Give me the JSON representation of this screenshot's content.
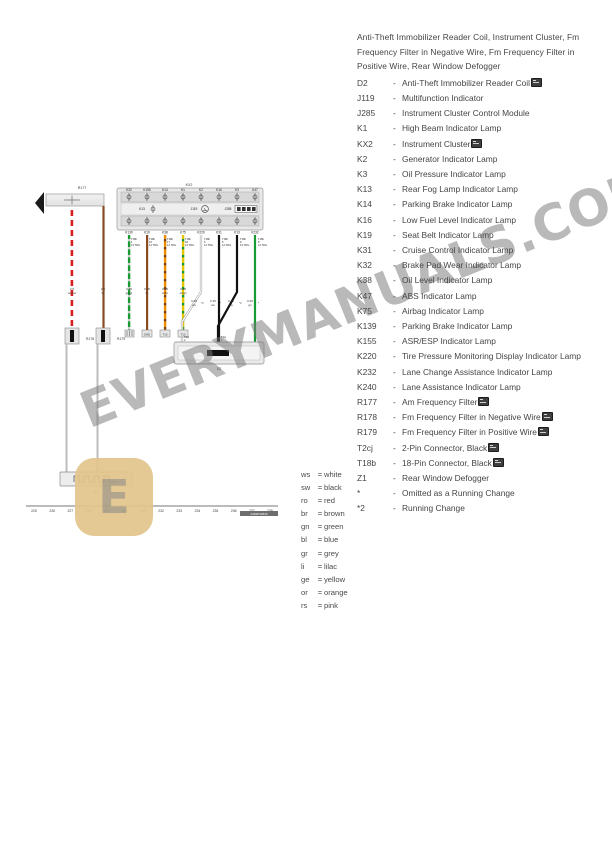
{
  "document": {
    "title_block": "Anti-Theft Immobilizer Reader Coil, Instrument Cluster, Fm Frequency Filter in Negative Wire, Fm Frequency Filter in Positive Wire, Rear Window Defogger"
  },
  "watermark": {
    "diagonal_text": "EVERYMANUALS.COM",
    "logo_glyph": "E",
    "logo_color": "#e3c58c",
    "text_color": "#787878"
  },
  "legend": {
    "dash": "-",
    "entries": [
      {
        "code": "D2",
        "desc": "Anti-Theft Immobilizer Reader Coil",
        "chip": true
      },
      {
        "code": "J119",
        "desc": "Multifunction Indicator",
        "chip": false
      },
      {
        "code": "J285",
        "desc": "Instrument Cluster Control Module",
        "chip": false
      },
      {
        "code": "K1",
        "desc": "High Beam Indicator Lamp",
        "chip": false
      },
      {
        "code": "KX2",
        "desc": "Instrument Cluster",
        "chip": true
      },
      {
        "code": "K2",
        "desc": "Generator Indicator Lamp",
        "chip": false
      },
      {
        "code": "K3",
        "desc": "Oil Pressure Indicator Lamp",
        "chip": false
      },
      {
        "code": "K13",
        "desc": "Rear Fog Lamp Indicator Lamp",
        "chip": false
      },
      {
        "code": "K14",
        "desc": "Parking Brake Indicator Lamp",
        "chip": false
      },
      {
        "code": "K16",
        "desc": "Low Fuel Level Indicator Lamp",
        "chip": false
      },
      {
        "code": "K19",
        "desc": "Seat Belt Indicator Lamp",
        "chip": false
      },
      {
        "code": "K31",
        "desc": "Cruise Control Indicator Lamp",
        "chip": false
      },
      {
        "code": "K32",
        "desc": "Brake Pad Wear Indicator Lamp",
        "chip": false
      },
      {
        "code": "K38",
        "desc": "Oil Level Indicator Lamp",
        "chip": false
      },
      {
        "code": "K47",
        "desc": "ABS Indicator Lamp",
        "chip": false
      },
      {
        "code": "K75",
        "desc": "Airbag Indicator Lamp",
        "chip": false
      },
      {
        "code": "K139",
        "desc": "Parking Brake Indicator Lamp",
        "chip": false
      },
      {
        "code": "K155",
        "desc": "ASR/ESP Indicator Lamp",
        "chip": false
      },
      {
        "code": "K220",
        "desc": "Tire Pressure Monitoring Display Indicator Lamp",
        "chip": false
      },
      {
        "code": "K232",
        "desc": "Lane Change Assistance Indicator Lamp",
        "chip": false
      },
      {
        "code": "K240",
        "desc": "Lane Assistance Indicator Lamp",
        "chip": false
      },
      {
        "code": "R177",
        "desc": "Am Frequency Filter",
        "chip": true
      },
      {
        "code": "R178",
        "desc": "Fm Frequency Filter in Negative Wire",
        "chip": true
      },
      {
        "code": "R179",
        "desc": "Fm Frequency Filter in Positive Wire",
        "chip": true
      },
      {
        "code": "T2cj",
        "desc": "2-Pin Connector, Black",
        "chip": true
      },
      {
        "code": "T18b",
        "desc": "18-Pin Connector, Black",
        "chip": true
      },
      {
        "code": "Z1",
        "desc": "Rear Window Defogger",
        "chip": false
      },
      {
        "code": "*",
        "desc": "Omitted as a Running Change",
        "chip": false
      },
      {
        "code": "*2",
        "desc": "Running Change",
        "chip": false
      }
    ]
  },
  "color_key": {
    "equals": "=",
    "rows": [
      {
        "abbr": "ws",
        "name": "white",
        "hex": "#ffffff"
      },
      {
        "abbr": "sw",
        "name": "black",
        "hex": "#000000"
      },
      {
        "abbr": "ro",
        "name": "red",
        "hex": "#d81e1e"
      },
      {
        "abbr": "br",
        "name": "brown",
        "hex": "#8b4a20"
      },
      {
        "abbr": "gn",
        "name": "green",
        "hex": "#179a32"
      },
      {
        "abbr": "bl",
        "name": "blue",
        "hex": "#1f4fd8"
      },
      {
        "abbr": "gr",
        "name": "grey",
        "hex": "#9a9a9a"
      },
      {
        "abbr": "li",
        "name": "lilac",
        "hex": "#b07fd0"
      },
      {
        "abbr": "ge",
        "name": "yellow",
        "hex": "#f0d000"
      },
      {
        "abbr": "or",
        "name": "orange",
        "hex": "#f08a00"
      },
      {
        "abbr": "rs",
        "name": "pink",
        "hex": "#f0a0b8"
      }
    ]
  },
  "diagram": {
    "cluster_label": "KX2",
    "cluster_top_pins": [
      "K32",
      "K155",
      "K14",
      "K1",
      "K2",
      "K16",
      "K3",
      "K47"
    ],
    "cluster_bottom_pins": [
      "K139",
      "K19",
      "K38",
      "K75",
      "K220",
      "K31",
      "K13",
      "K232"
    ],
    "cluster_inner_labels": [
      "K13",
      "J119",
      "J285"
    ],
    "reader_coil_label": "D2",
    "filters": [
      {
        "label": "R178"
      },
      {
        "label": "R179"
      }
    ],
    "defogger_label": "Z1",
    "connector_label": "T18b",
    "connector_label_right": "T2cj",
    "wires": [
      {
        "gauge": "2.5",
        "color_code": "ws/sw",
        "color_hex": "#d81e1e",
        "style": "dashed"
      },
      {
        "gauge": "2.5",
        "color_code": "br",
        "color_hex": "#8b4a20",
        "style": "solid"
      },
      {
        "gauge": "0.35",
        "color_code": "gn/gr",
        "color_hex": "#179a32",
        "style": "striped"
      },
      {
        "gauge": "0.35",
        "color_code": "br",
        "color_hex": "#8b4a20",
        "style": "solid"
      },
      {
        "gauge": "0.35",
        "color_code": "or/br",
        "color_hex": "#f08a00",
        "style": "striped"
      },
      {
        "gauge": "0.35",
        "color_code": "or/gn",
        "color_hex": "#c8c000",
        "style": "striped"
      },
      {
        "gauge": "0.35",
        "color_code": "ws",
        "color_hex": "#ffffff",
        "style": "solid"
      },
      {
        "gauge": "0.35",
        "color_code": "sw",
        "color_hex": "#000000",
        "style": "solid"
      },
      {
        "gauge": "0.35",
        "color_code": "sw",
        "color_hex": "#000000",
        "style": "solid"
      },
      {
        "gauge": "0.35",
        "color_code": "gn",
        "color_hex": "#179a32",
        "style": "solid"
      }
    ],
    "grid_numbers": [
      "225",
      "226",
      "227",
      "228",
      "229",
      "230",
      "231",
      "232",
      "233",
      "234",
      "235",
      "236",
      "237",
      "238"
    ],
    "footer_tag": "A3D0P41B4X"
  }
}
